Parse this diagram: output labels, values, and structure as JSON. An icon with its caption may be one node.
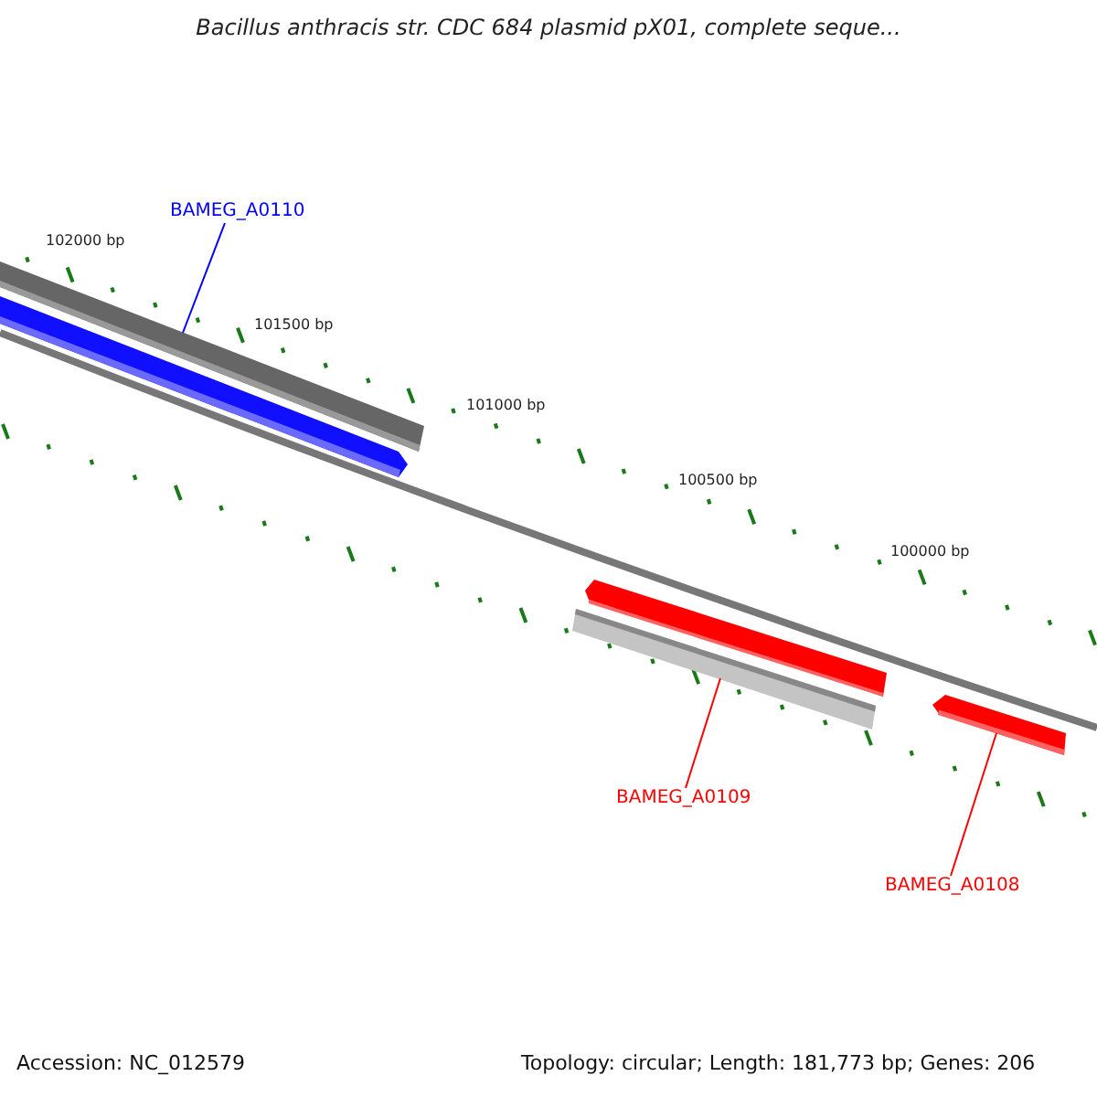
{
  "diagram": {
    "title": "Bacillus anthracis str. CDC 684 plasmid pX01, complete seque...",
    "nodes": [
      {
        "text": [
          "BAMEG_A0110"
        ]
      },
      {
        "text": [],
        "shape": "bar"
      },
      {
        "text": [
          "BAMEG_A0109"
        ]
      },
      {
        "text": [],
        "shape": "bar"
      },
      {
        "text": [
          "BAMEG_A0108"
        ]
      },
      {
        "text": [],
        "shape": "arrow"
      }
    ],
    "edges": [
      {
        "from": 0,
        "to": 1,
        "arrow": "none",
        "color": "#0000ff"
      },
      {
        "from": 2,
        "to": 3,
        "arrow": "none"
      },
      {
        "from": 4,
        "to": 5,
        "arrow": "none"
      }
    ],
    "labels": [
      "102000 bp",
      "101500 bp",
      "101000 bp",
      "100500 bp",
      "100000 bp",
      "Accession: NC_012579",
      "Topology: circular; Length: 181,773 bp; Genes: 206"
    ]
  }
}
